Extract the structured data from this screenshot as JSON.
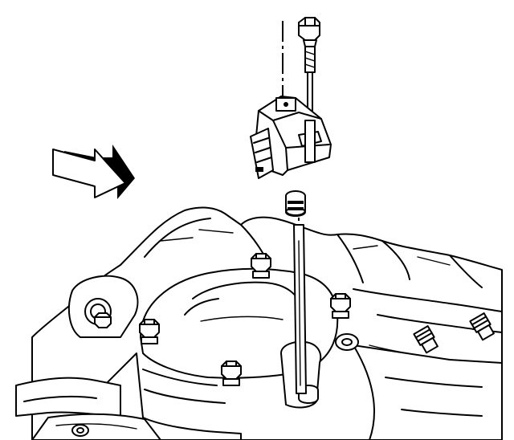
{
  "figure": {
    "background": "#ffffff",
    "ink": "#000000",
    "parts": [
      {
        "name": "bolt",
        "icon": "bolt-icon"
      },
      {
        "name": "sensor-module",
        "icon": "connector-icon"
      },
      {
        "name": "spacer-grommet",
        "icon": "grommet-icon"
      },
      {
        "name": "intake-manifold",
        "icon": "manifold-icon"
      },
      {
        "name": "direction-arrow",
        "icon": "arrow-right-icon"
      }
    ]
  }
}
